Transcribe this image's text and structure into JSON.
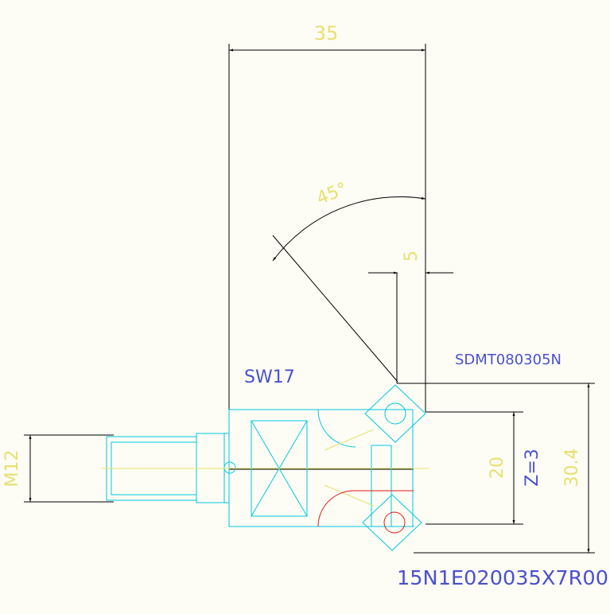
{
  "drawing": {
    "dimensions": {
      "width_35": "35",
      "angle_45": "45°",
      "offset_5": "5",
      "height_20": "20",
      "height_30_4": "30.4",
      "thread_m12": "M12"
    },
    "labels": {
      "insert_code": "SDMT080305N",
      "wrench_size": "SW17",
      "teeth_count": "Z=3",
      "part_number": "15N1E020035X7R00"
    },
    "colors": {
      "background": "#fdfdf5",
      "outline": "#000000",
      "cyan": "#00c8e0",
      "yellow_text": "#e8e070",
      "blue_text": "#4a50d0",
      "red": "#e01818"
    }
  }
}
